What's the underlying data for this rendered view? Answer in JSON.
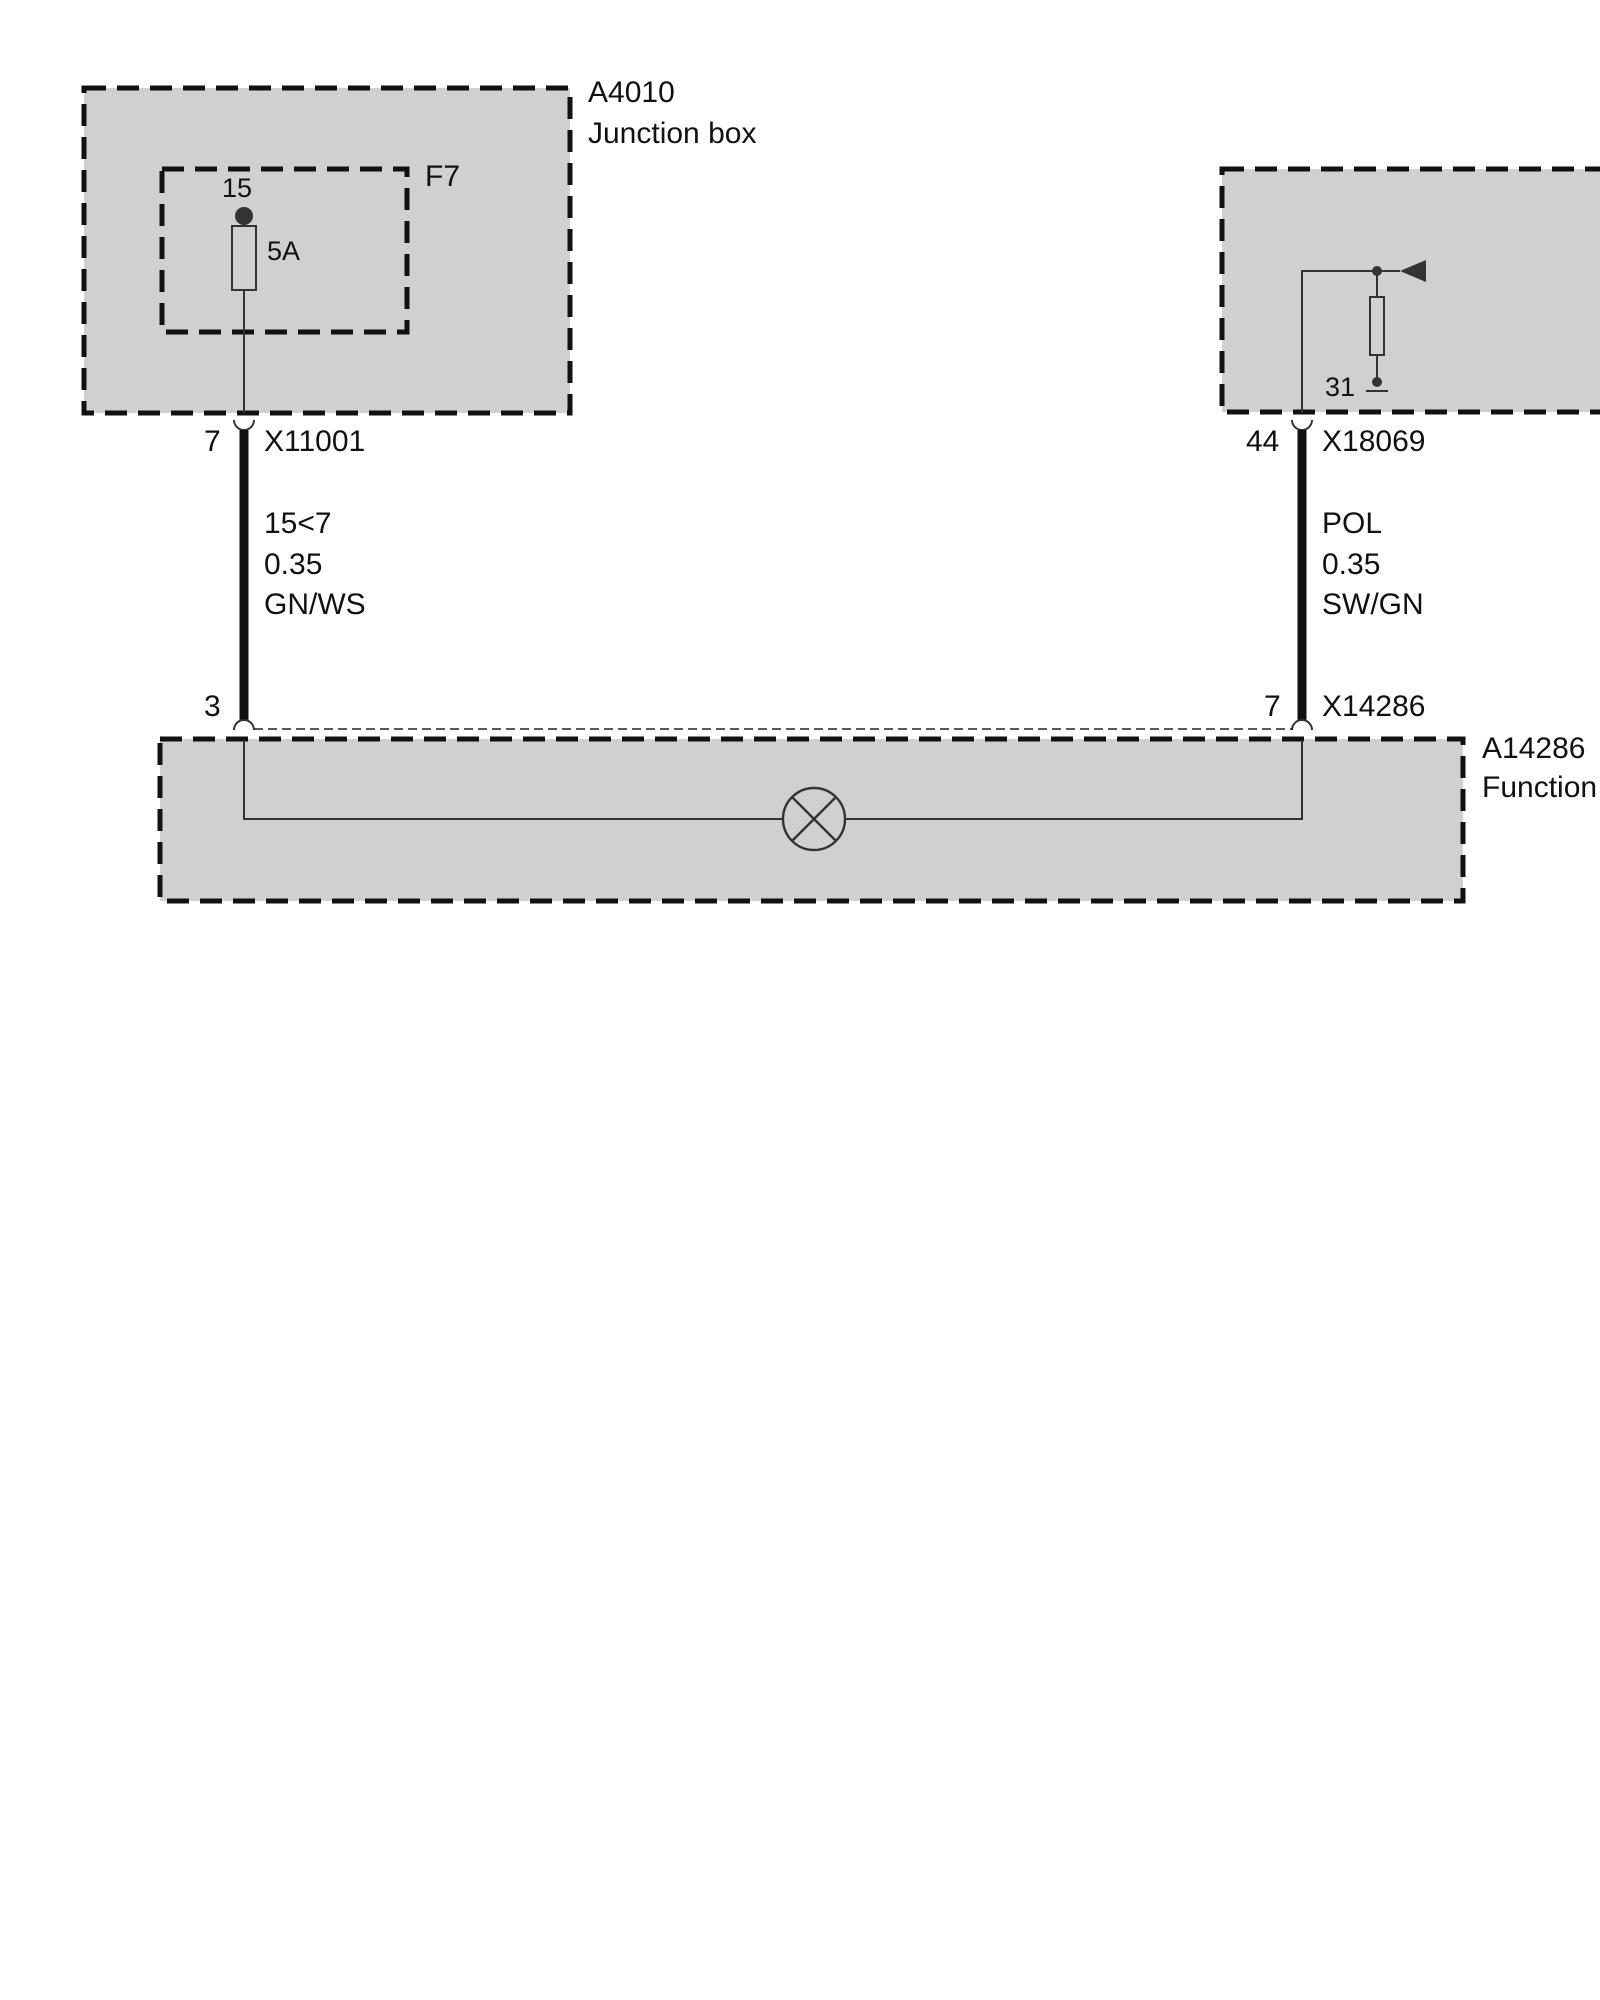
{
  "components": {
    "junction_box": {
      "id": "A4010",
      "name": "Junction box"
    },
    "fuse": {
      "id": "F7",
      "terminal": "15",
      "rating": "5A"
    },
    "right_module": {
      "ground_terminal": "31"
    },
    "function_module": {
      "id": "A14286",
      "name": "Function"
    }
  },
  "connectors": {
    "x11001": {
      "id": "X11001",
      "pin": "7"
    },
    "x18069": {
      "id": "X18069",
      "pin": "44"
    },
    "x14286": {
      "id": "X14286",
      "pin_left": "3",
      "pin_right": "7"
    }
  },
  "wires": {
    "left": {
      "signal": "15<7",
      "gauge": "0.35",
      "color": "GN/WS"
    },
    "right": {
      "signal": "POL",
      "gauge": "0.35",
      "color": "SW/GN"
    }
  }
}
